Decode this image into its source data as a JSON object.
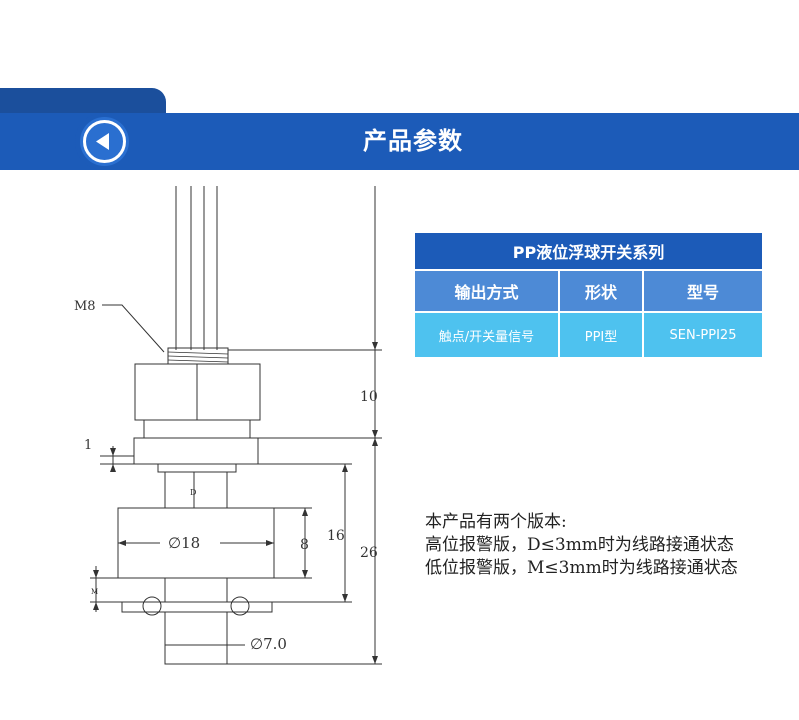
{
  "header": {
    "title": "产品参数"
  },
  "table": {
    "title": "PP液位浮球开关系列",
    "headers": [
      "输出方式",
      "形状",
      "型号"
    ],
    "row": [
      "触点/开关量信号",
      "PPI型",
      "SEN-PPI25"
    ]
  },
  "drawing": {
    "thread": "M8",
    "dim_10": "10",
    "dim_1": "1",
    "dim_D": "D",
    "dim_18": "∅18",
    "dim_8": "8",
    "dim_16": "16",
    "dim_26": "26",
    "dim_M": "M",
    "dim_7": "∅7.0"
  },
  "notes": {
    "line1": "本产品有两个版本:",
    "line2": "高位报警版，D≤3mm时为线路接通状态",
    "line3": "低位报警版，M≤3mm时为线路接通状态"
  },
  "colors": {
    "banner": "#1c5bb8",
    "banner_dark": "#1b4f9c",
    "header_cells": "#4d8ad6",
    "data_cells": "#4ec2ef"
  },
  "icons": {
    "back": "arrow-left-circle-icon"
  }
}
